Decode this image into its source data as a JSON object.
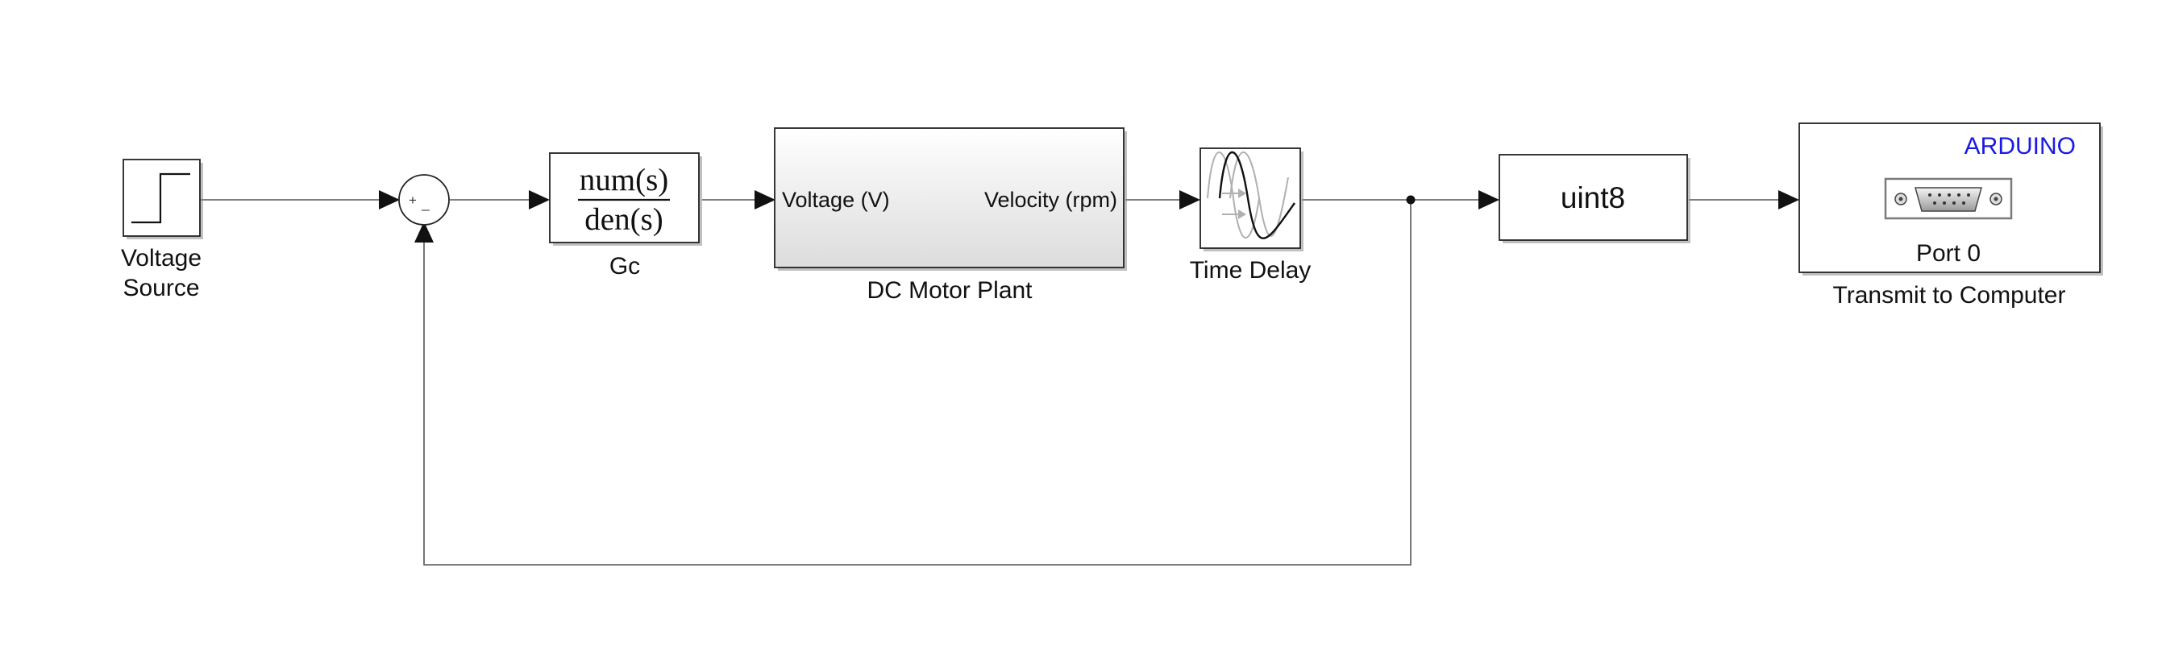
{
  "diagram": {
    "type": "Simulink block diagram",
    "colors": {
      "wire": "#555555",
      "arrowhead": "#111111",
      "block_border": "#222222",
      "plant_gradient_top": "#ffffff",
      "plant_gradient_bottom": "#dcdcdc",
      "arduino_brand": "#1a1ae6"
    },
    "blocks": {
      "voltage_source": {
        "line1": "Voltage",
        "line2": "Source",
        "icon": "step-icon"
      },
      "sum": {
        "plus_sign": "+",
        "minus_sign": "_",
        "icon": "sum-junction-icon"
      },
      "gc": {
        "numerator": "num(s)",
        "denominator": "den(s)",
        "name": "Gc"
      },
      "plant": {
        "input_port": "Voltage (V)",
        "output_port": "Velocity (rpm)",
        "name": "DC Motor Plant"
      },
      "time_delay": {
        "name": "Time Delay",
        "icon": "transport-delay-icon"
      },
      "convert": {
        "label": "uint8"
      },
      "transmit": {
        "brand": "ARDUINO",
        "port": "Port 0",
        "name": "Transmit to Computer",
        "icon": "serial-connector-icon"
      }
    }
  }
}
